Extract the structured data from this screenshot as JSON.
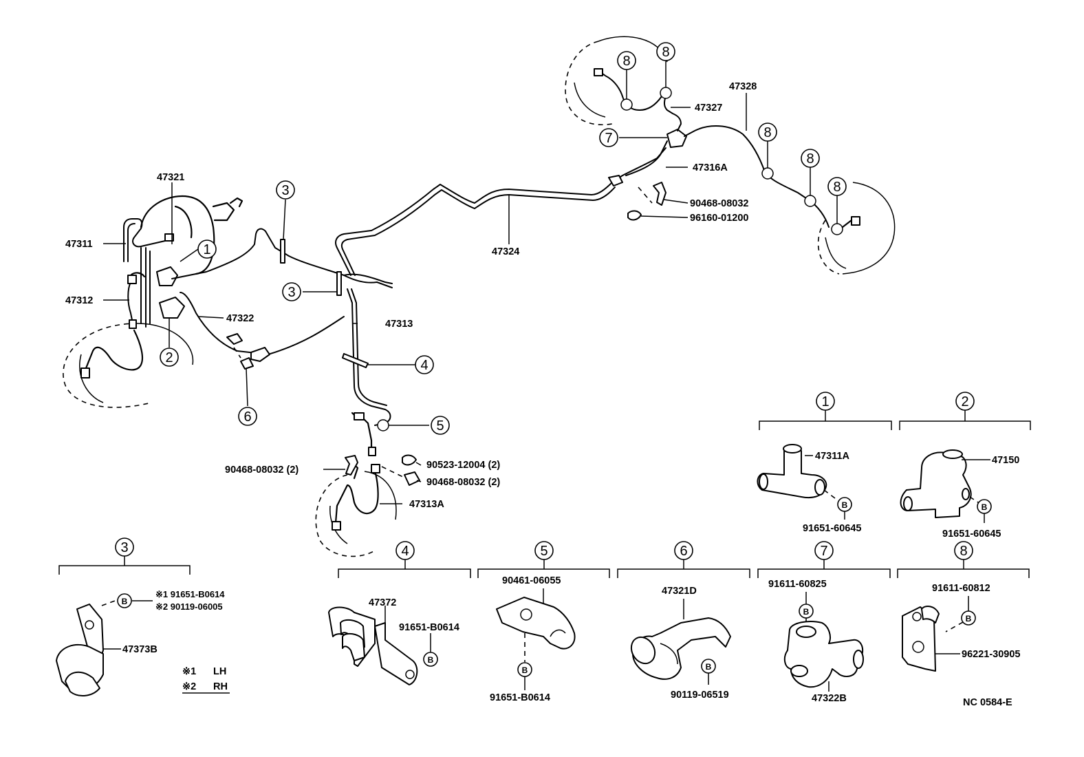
{
  "diagram_code": "NC 0584-E",
  "legend": {
    "lh_mark": "※1",
    "lh_label": "LH",
    "rh_mark": "※2",
    "rh_label": "RH"
  },
  "callout_mark_b": "B",
  "callouts": {
    "c1": "1",
    "c2": "2",
    "c3": "3",
    "c4": "4",
    "c5": "5",
    "c6": "6",
    "c7": "7",
    "c8": "8"
  },
  "parts": {
    "p47321": "47321",
    "p47311": "47311",
    "p47312": "47312",
    "p47322": "47322",
    "p47313": "47313",
    "p47324": "47324",
    "p47316a": "47316A",
    "p47327": "47327",
    "p47328": "47328",
    "p90468a": "90468-08032",
    "p96160": "96160-01200",
    "p90468b": "90468-08032 (2)",
    "p90523": "90523-12004 (2)",
    "p90468c": "90468-08032 (2)",
    "p47313a": "47313A"
  },
  "details": {
    "d1": {
      "part": "47311A",
      "bolt": "91651-60645"
    },
    "d2": {
      "part": "47150",
      "bolt": "91651-60645"
    },
    "d3": {
      "bolt1": "※1 91651-B0614",
      "bolt2": "※2 90119-06005",
      "part": "47373B"
    },
    "d4": {
      "part": "47372",
      "bolt": "91651-B0614"
    },
    "d5": {
      "top": "90461-06055",
      "bolt": "91651-B0614"
    },
    "d6": {
      "part": "47321D",
      "bolt": "90119-06519"
    },
    "d7": {
      "top": "91611-60825",
      "part": "47322B"
    },
    "d8": {
      "top": "91611-60812",
      "part": "96221-30905"
    }
  }
}
